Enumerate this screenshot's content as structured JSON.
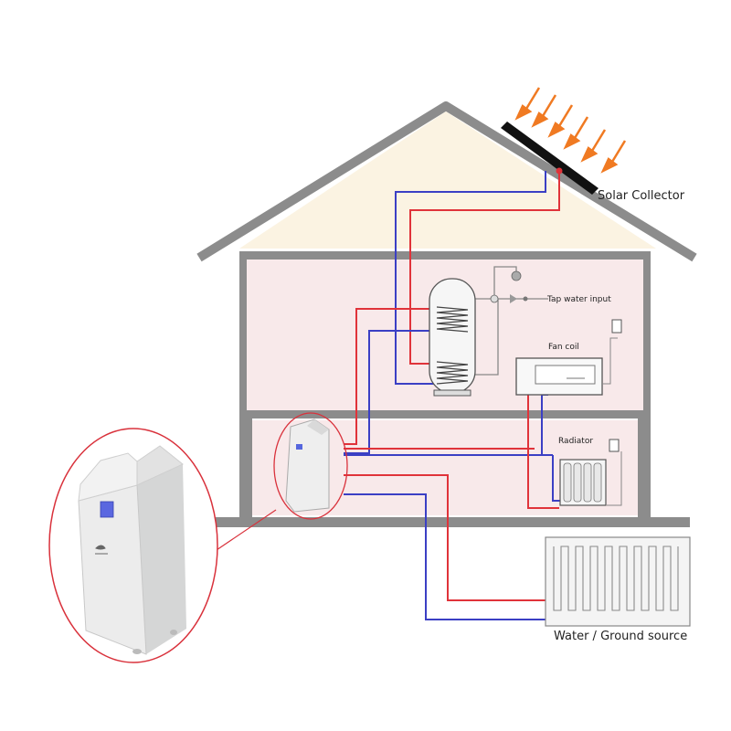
{
  "labels": {
    "solar_collector": "Solar Collector",
    "tap_water_input": "Tap water input",
    "fan_coil": "Fan coil",
    "radiator": "Radiator",
    "ground_source": "Water / Ground source"
  },
  "colors": {
    "wall": "#8c8c8c",
    "room_fill": "#f8e9ea",
    "attic_fill": "#fbf3e2",
    "hot_pipe": "#e0333a",
    "cold_pipe": "#3b3fc4",
    "sun_arrow": "#f07a22",
    "callout_outline": "#d9323c",
    "collector": "#111111",
    "unit_body": "#ebecec",
    "unit_screen": "#5566dd"
  }
}
